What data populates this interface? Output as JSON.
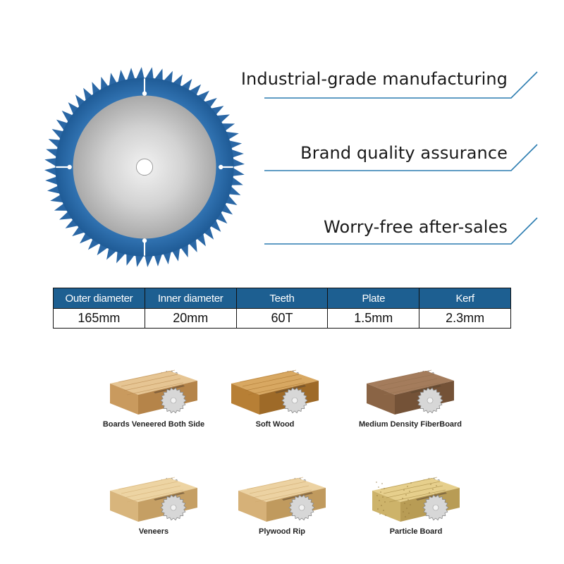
{
  "features": [
    {
      "label": "Industrial-grade manufacturing"
    },
    {
      "label": "Brand quality assurance"
    },
    {
      "label": "Worry-free after-sales"
    }
  ],
  "spec_table": {
    "headers": [
      "Outer diameter",
      "Inner diameter",
      "Teeth",
      "Plate",
      "Kerf"
    ],
    "values": [
      "165mm",
      "20mm",
      "60T",
      "1.5mm",
      "2.3mm"
    ]
  },
  "applications": [
    {
      "label": "Boards Veneered Both Side",
      "icon": "board-veneered-icon"
    },
    {
      "label": "Soft Wood",
      "icon": "soft-wood-icon"
    },
    {
      "label": "Medium Density FiberBoard",
      "icon": "mdf-icon"
    },
    {
      "label": "Veneers",
      "icon": "veneers-icon"
    },
    {
      "label": "Plywood Rip",
      "icon": "plywood-icon"
    },
    {
      "label": "Particle Board",
      "icon": "particle-board-icon"
    }
  ],
  "colors": {
    "blade_blue": "#2f6fae",
    "header_blue": "#1d5f91",
    "accent_line": "#2b7cb0"
  }
}
